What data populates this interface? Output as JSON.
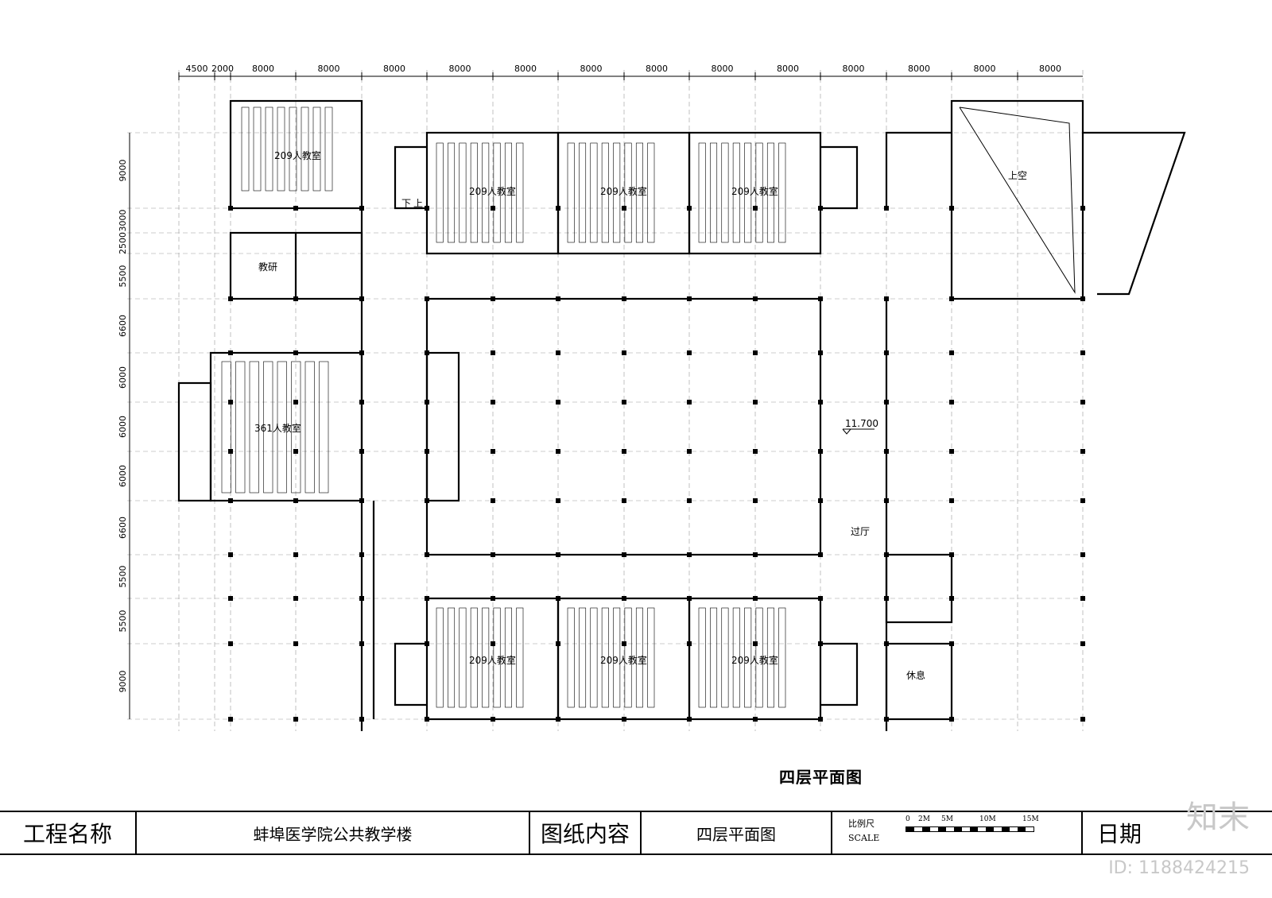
{
  "plan": {
    "top_dims": [
      "4500",
      "2000",
      "8000",
      "8000",
      "8000",
      "8000",
      "8000",
      "8000",
      "8000",
      "8000",
      "8000",
      "8000",
      "8000",
      "8000",
      "8000"
    ],
    "left_dims": [
      "9000",
      "3000",
      "2500",
      "5500",
      "6600",
      "6000",
      "6000",
      "6000",
      "6600",
      "5500",
      "5500",
      "9000"
    ],
    "rooms": {
      "classroom_209_tl": "209人教室",
      "classroom_209_1": "209人教室",
      "classroom_209_2": "209人教室",
      "classroom_209_3": "209人教室",
      "classroom_361": "361人教室",
      "classroom_209_b1": "209人教室",
      "classroom_209_b2": "209人教室",
      "classroom_209_b3": "209人教室",
      "teaching_research": "教研",
      "void": "上空",
      "lobby": "过厅",
      "rest": "休息"
    },
    "elevation": "11.700",
    "stair_down": "下",
    "stair_up": "上"
  },
  "drawing_title": "四层平面图",
  "title_block": {
    "project_label": "工程名称",
    "project_value": "蚌埠医学院公共教学楼",
    "content_label": "图纸内容",
    "content_value": "四层平面图",
    "scale_label_cn": "比例尺",
    "scale_label_en": "SCALE",
    "scale_ticks": [
      "0",
      "2M",
      "5M",
      "10M",
      "15M"
    ],
    "date_label": "日期"
  },
  "watermark": {
    "logo": "知末",
    "id": "ID: 1188424215"
  },
  "colors": {
    "line": "#000000",
    "grid": "#9a9a9a",
    "watermark": "#c8c8c8"
  }
}
